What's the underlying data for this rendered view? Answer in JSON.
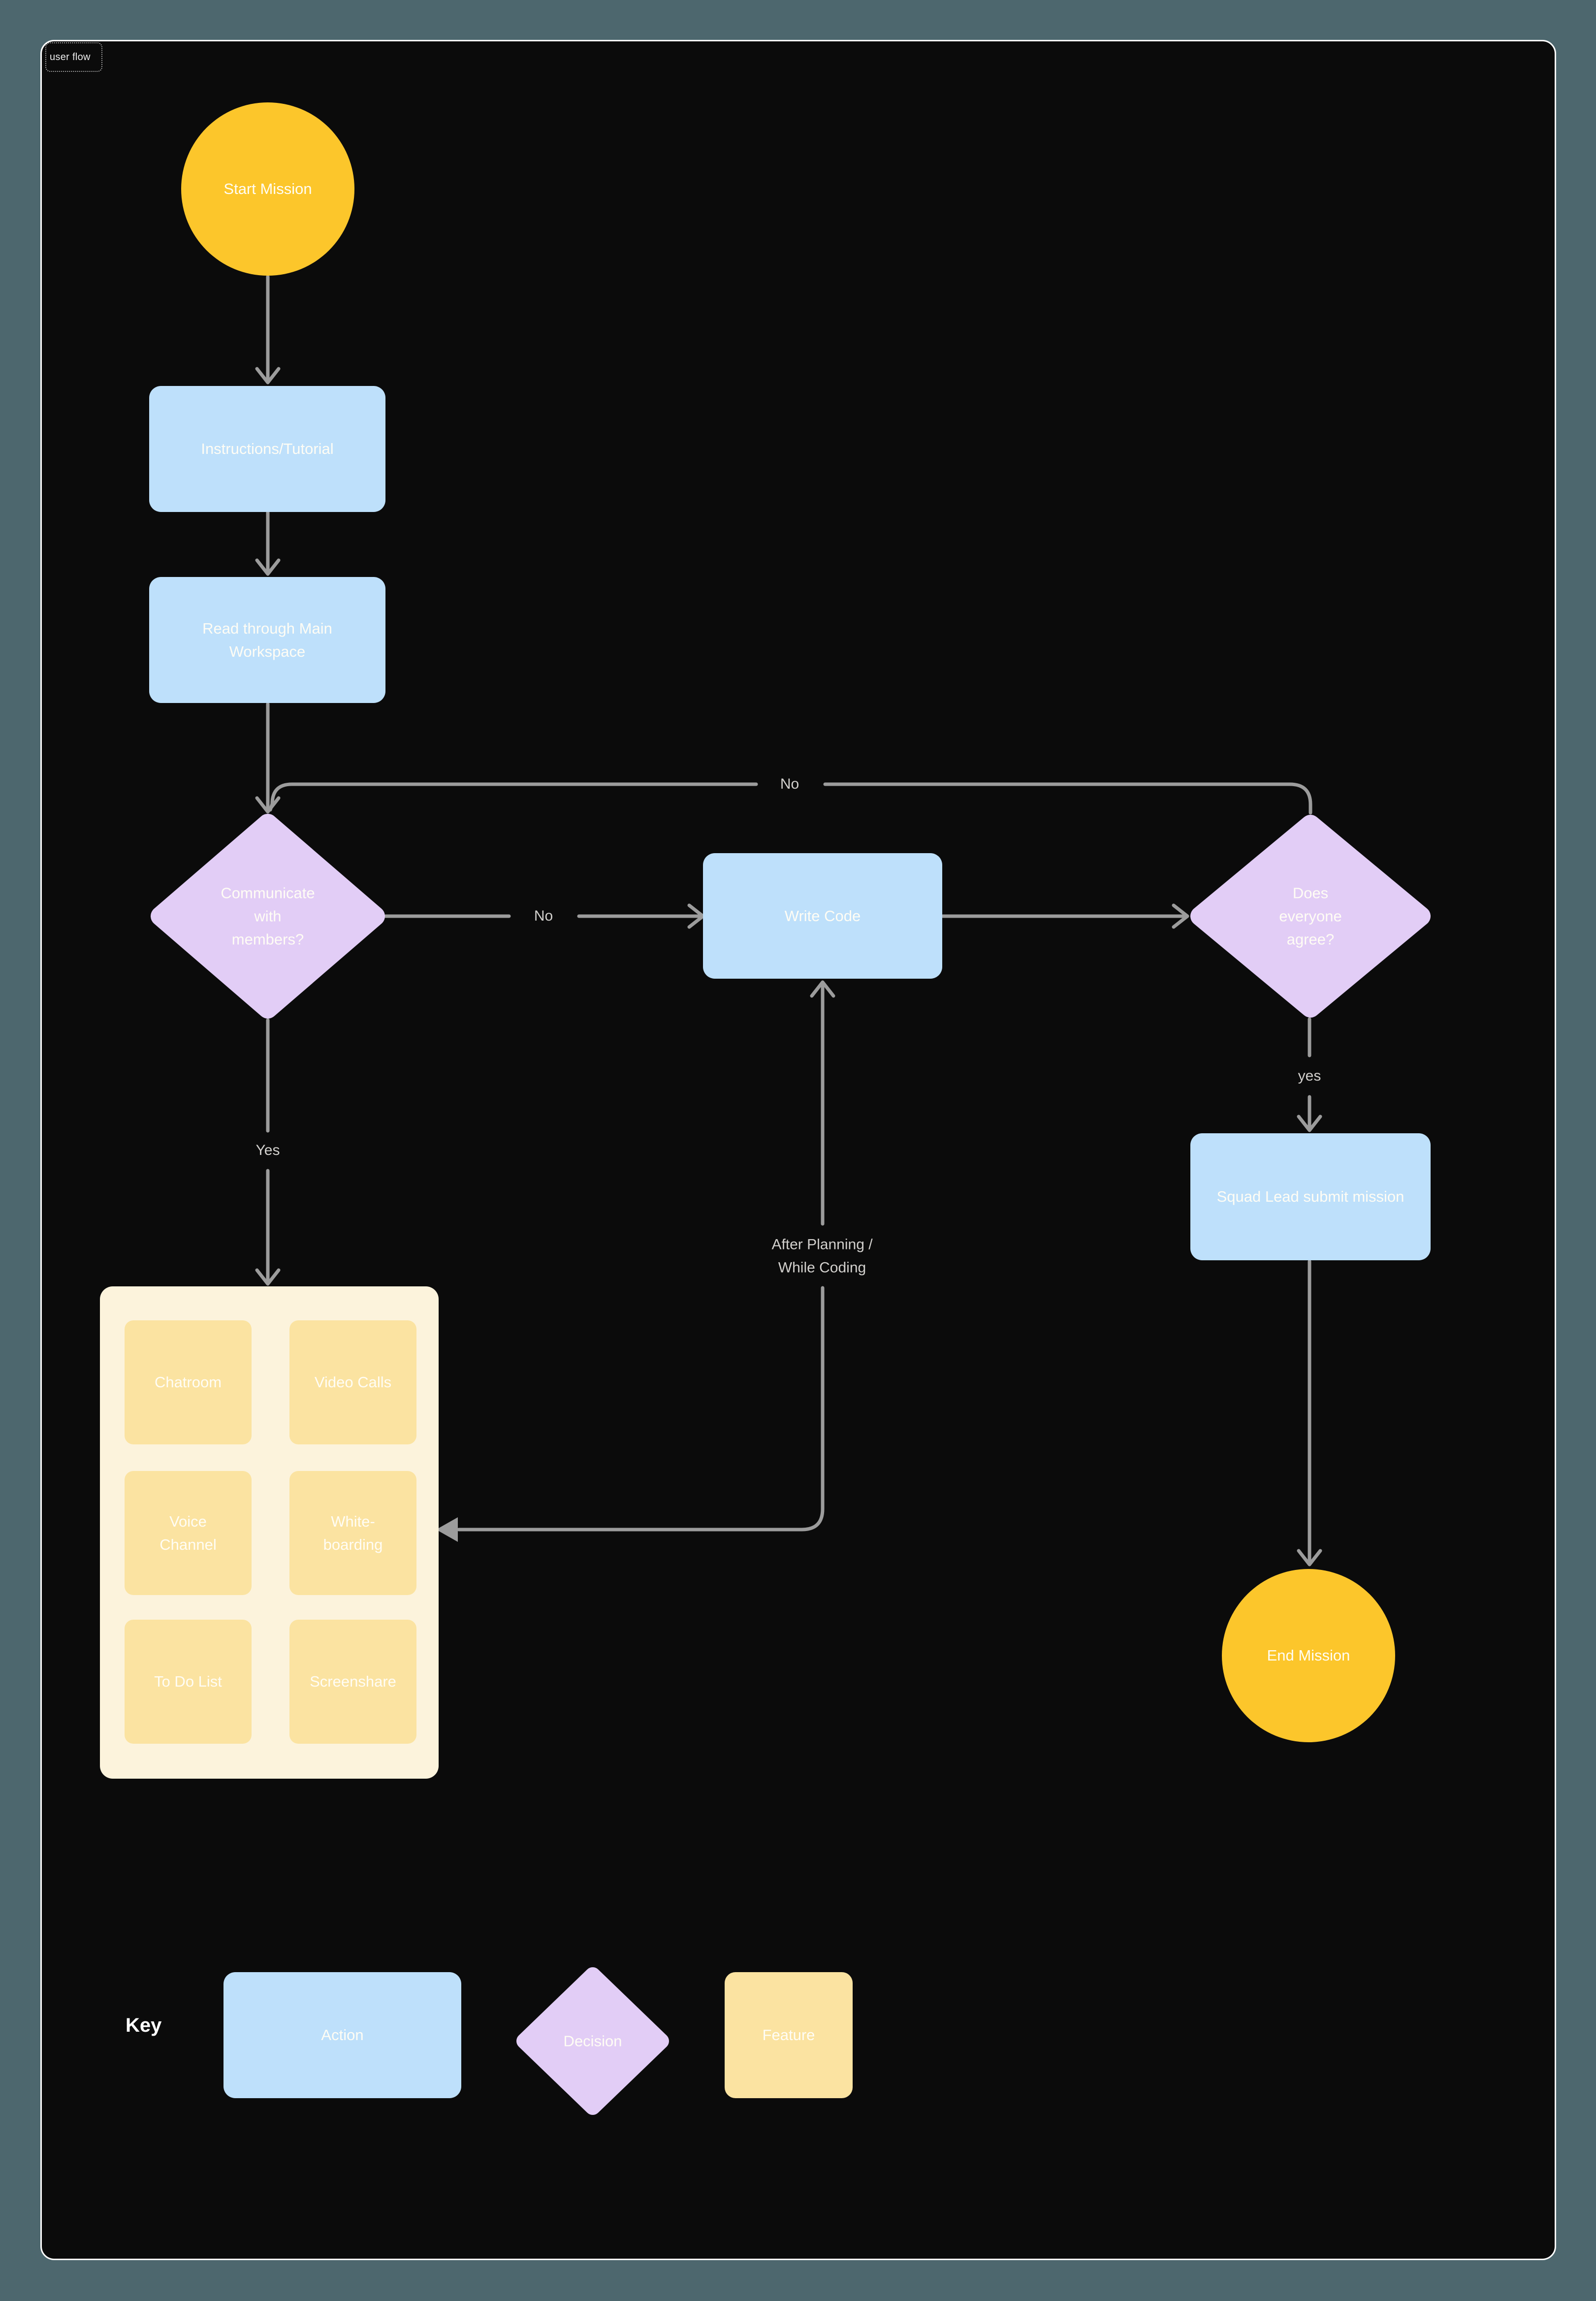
{
  "frame": {
    "label": "user flow"
  },
  "nodes": {
    "start": "Start Mission",
    "instructions": "Instructions/Tutorial",
    "workspace": "Read through Main\nWorkspace",
    "communicate": "Communicate\nwith\nmembers?",
    "write_code": "Write Code",
    "agree": "Does\neveryone\nagree?",
    "squad": "Squad Lead submit mission",
    "end": "End Mission"
  },
  "features": [
    "Chatroom",
    "Video Calls",
    "Voice\nChannel",
    "White-\nboarding",
    "To Do List",
    "Screenshare"
  ],
  "edge_labels": {
    "no_top": "No",
    "no_left": "No",
    "yes_left": "Yes",
    "yes_right": "yes",
    "after": "After Planning /\nWhile Coding"
  },
  "key": {
    "title": "Key",
    "action": "Action",
    "decision": "Decision",
    "feature": "Feature"
  },
  "colors": {
    "background": "#4D676E",
    "canvas": "#0B0B0B",
    "terminal_yellow": "#FCC62B",
    "action_blue": "#BEE0FB",
    "decision_purple": "#E2CDF6",
    "feature_container_cream": "#FCF3DC",
    "feature_yellow": "#FBE3A1",
    "connector_gray": "#9C9C9C",
    "edge_label_gray": "#D2D0CD",
    "node_text": "#FFFDF5"
  }
}
